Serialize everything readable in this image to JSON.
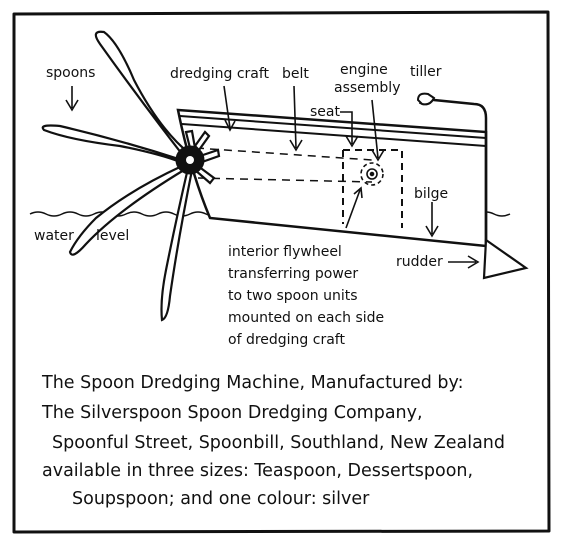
{
  "labels": {
    "spoons": "spoons",
    "dredging_craft": "dredging craft",
    "belt": "belt",
    "engine_line1": "engine",
    "engine_line2": "assembly",
    "seat": "seat",
    "tiller": "tiller",
    "bilge": "bilge",
    "water": "water",
    "level": "level",
    "rudder": "rudder"
  },
  "flywheel_note": [
    "interior flywheel",
    "transferring power",
    "to two spoon units",
    "mounted on each side",
    "of dredging craft"
  ],
  "caption": [
    "The Spoon Dredging Machine, Manufactured by:",
    "The Silverspoon Spoon Dredging Company,",
    "Spoonful Street, Spoonbill, Southland, New Zealand",
    "available in three sizes: Teaspoon, Dessertspoon,",
    "Soupspoon; and one colour: silver"
  ]
}
